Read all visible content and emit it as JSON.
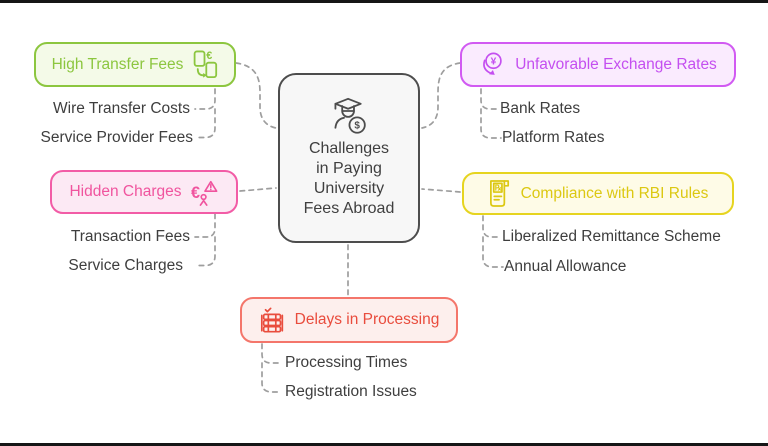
{
  "diagram": {
    "center": {
      "icon": "graduate-dollar-icon",
      "lines": [
        "Challenges",
        "in Paying",
        "University",
        "Fees Abroad"
      ]
    },
    "branches": [
      {
        "label": "High Transfer Fees",
        "icon": "phone-currency-transfer-icon",
        "colors": {
          "border": "#8CC63F",
          "background": "#F4FAE8",
          "text": "#8CC63F"
        },
        "children": [
          "Wire Transfer Costs",
          "Service Provider Fees"
        ]
      },
      {
        "label": "Unfavorable Exchange Rates",
        "icon": "yen-rate-decline-icon",
        "colors": {
          "border": "#D15AF2",
          "background": "#FAEBFE",
          "text": "#C44FF0"
        },
        "children": [
          "Bank Rates",
          "Platform Rates"
        ]
      },
      {
        "label": "Hidden Charges",
        "icon": "euro-warning-icon",
        "colors": {
          "border": "#F25CA6",
          "background": "#FCE9F4",
          "text": "#F0549E"
        },
        "children": [
          "Transaction Fees",
          "Service Charges"
        ]
      },
      {
        "label": "Compliance with RBI Rules",
        "icon": "rx-document-icon",
        "colors": {
          "border": "#E6D41F",
          "background": "#FEFBE7",
          "text": "#DCC812"
        },
        "children": [
          "Liberalized Remittance Scheme",
          "Annual Allowance"
        ]
      },
      {
        "label": "Delays in Processing",
        "icon": "ledger-check-icon",
        "colors": {
          "border": "#F4766B",
          "background": "#FDEFED",
          "text": "#E94C3D"
        },
        "children": [
          "Processing Times",
          "Registration Issues"
        ]
      }
    ],
    "connector_color": "#9E9E9E",
    "child_text_color": "#3E3E3E"
  }
}
